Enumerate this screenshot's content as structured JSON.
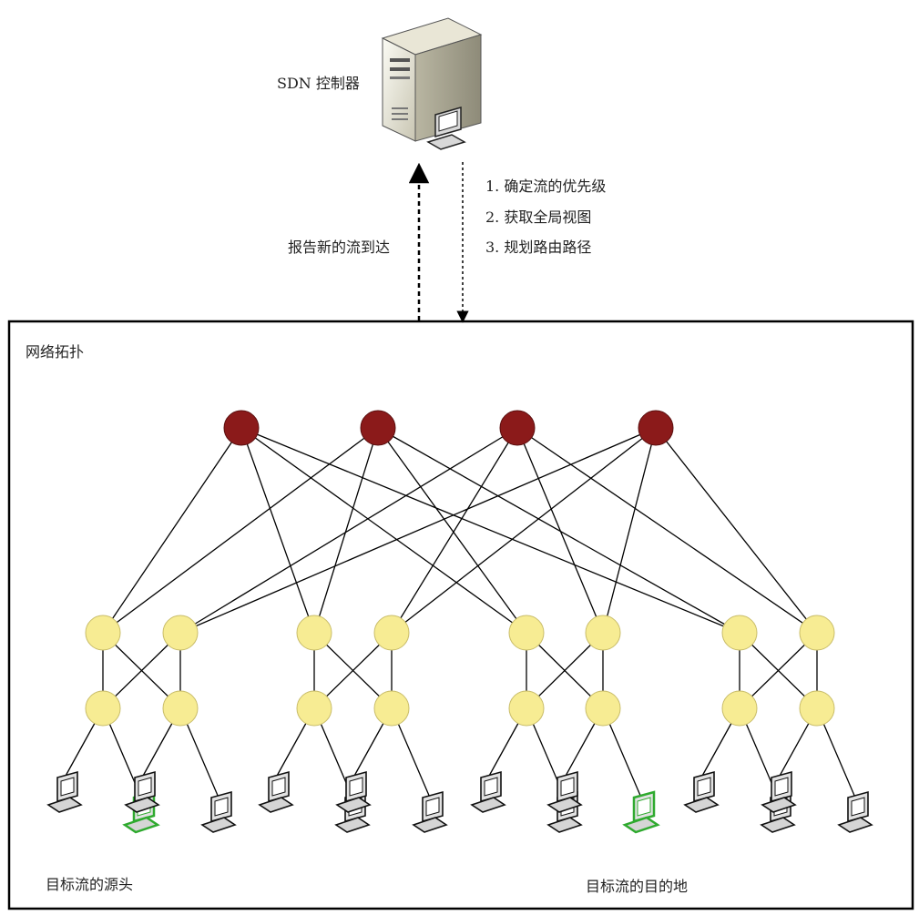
{
  "controller": {
    "label": "SDN 控制器"
  },
  "report_label": "报告新的流到达",
  "steps": [
    "1. 确定流的优先级",
    "2. 获取全局视图",
    "3. 规划路由路径"
  ],
  "topology": {
    "title": "网络拓扑"
  },
  "source_label": "目标流的源头",
  "destination_label": "目标流的目的地",
  "colors": {
    "core_node": "#8b1a1a",
    "switch_node": "#f7ec93",
    "highlight_host": "#2faa2f",
    "frame": "#000000"
  }
}
